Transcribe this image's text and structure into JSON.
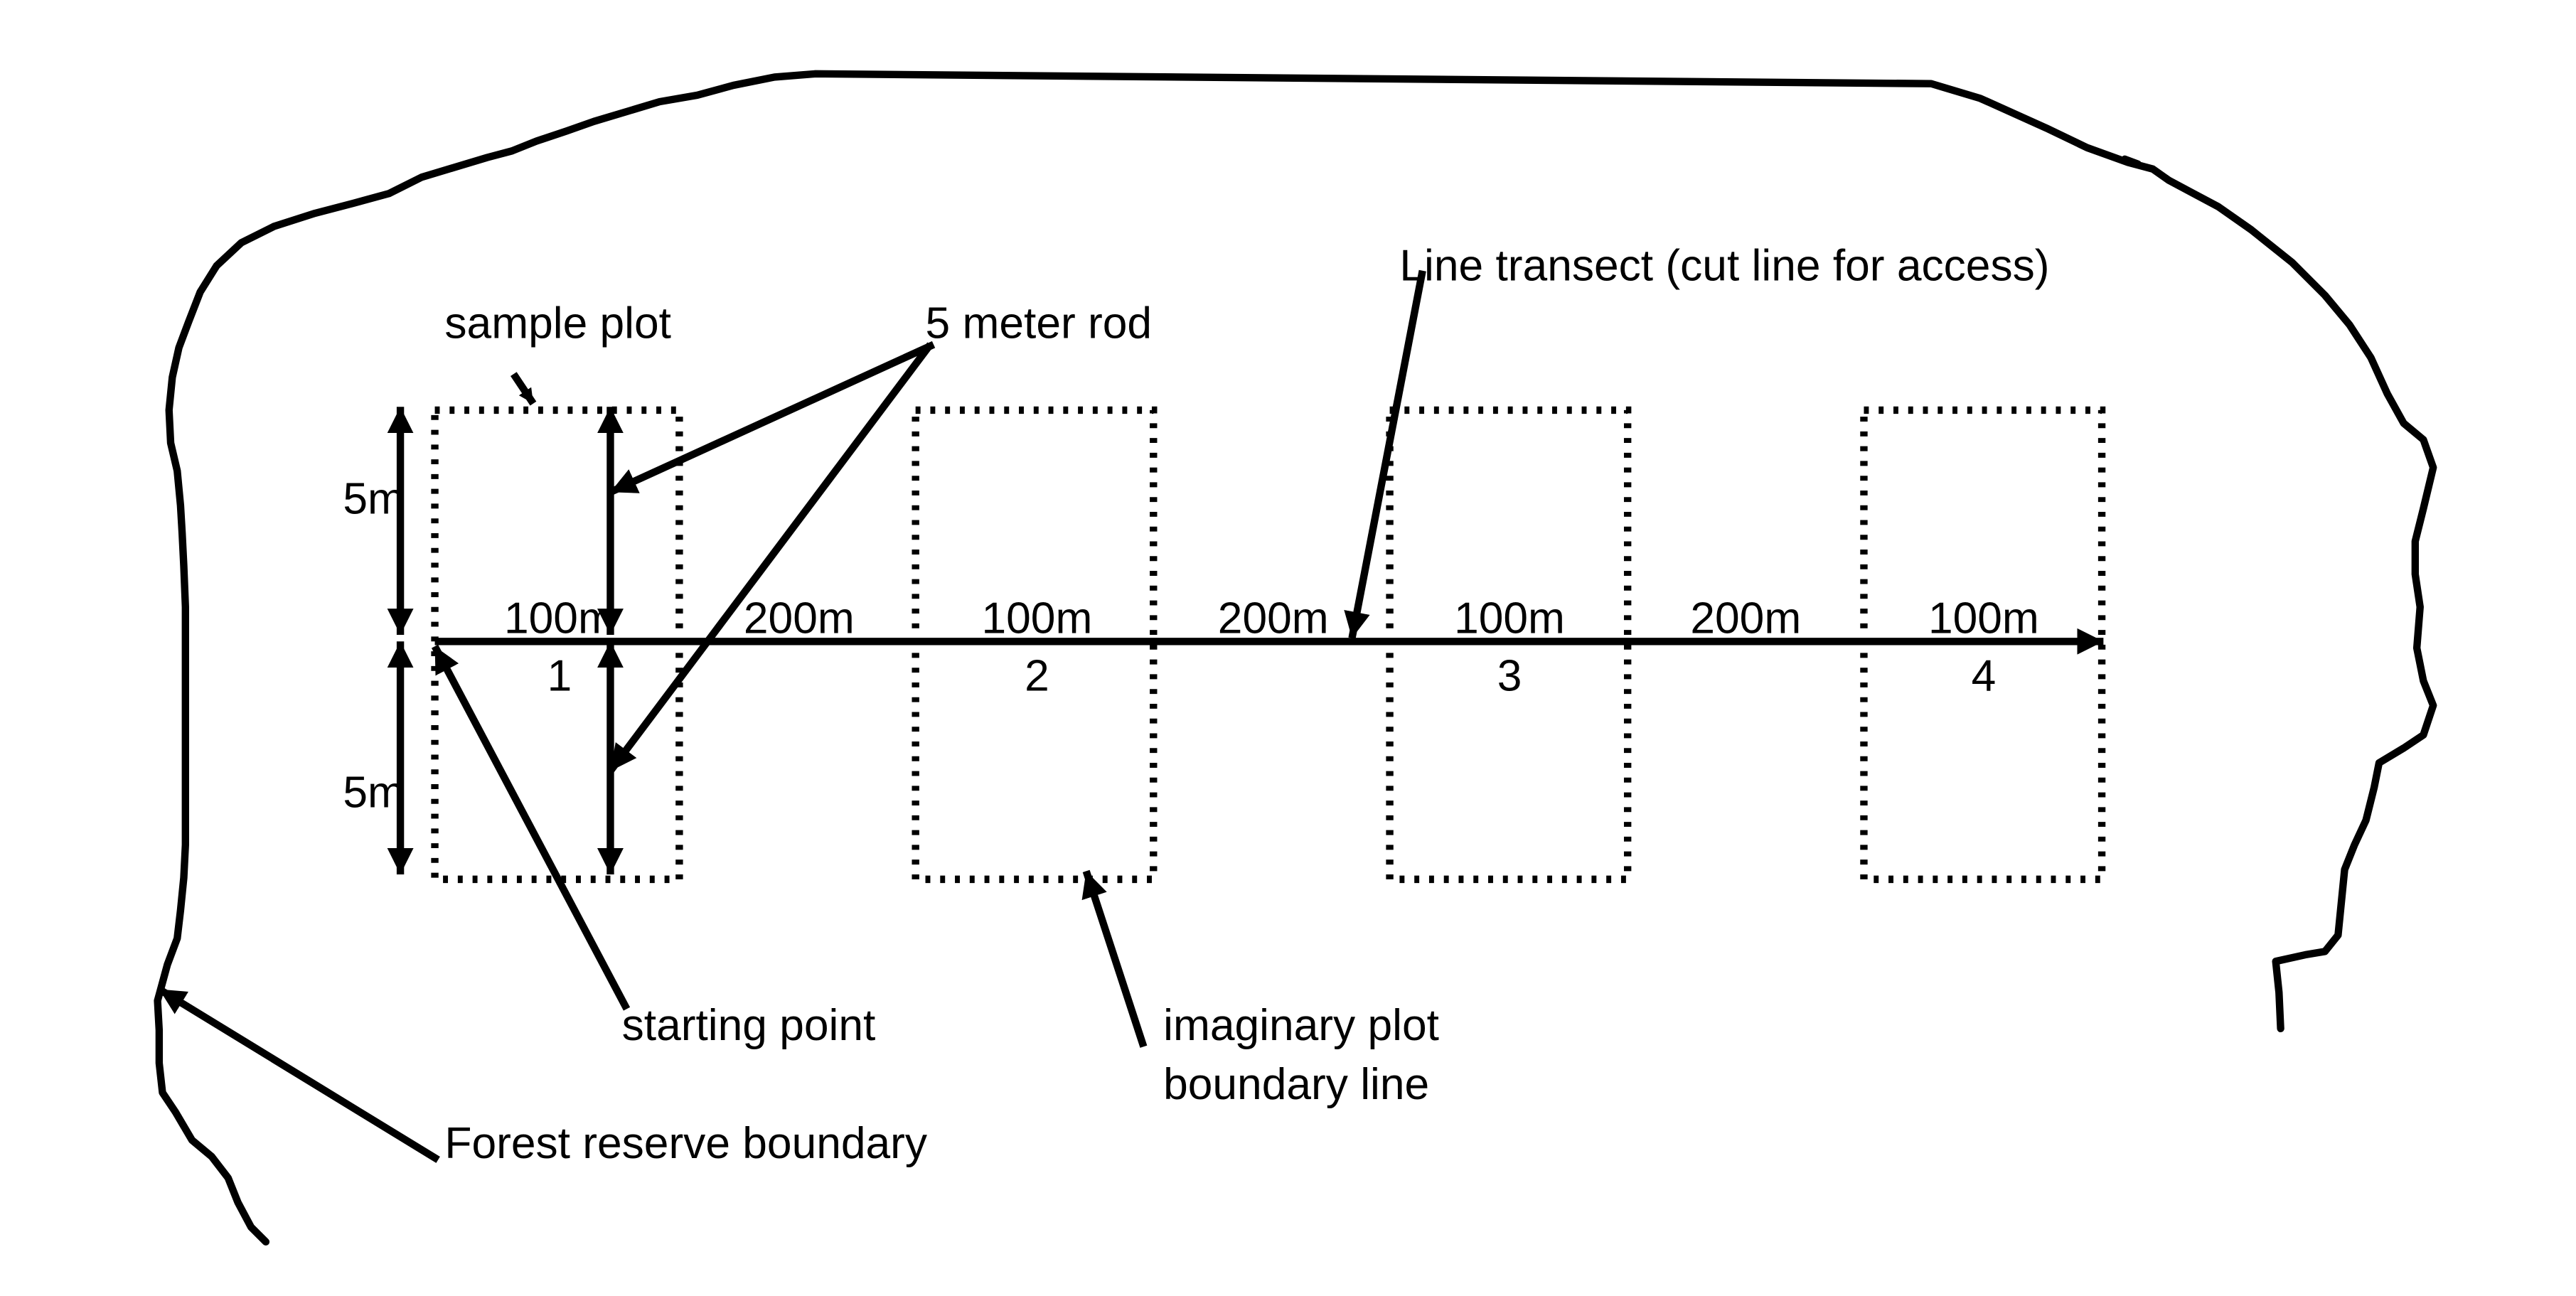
{
  "labels": {
    "sample_plot": "sample plot",
    "rod": "5 meter rod",
    "transect": "Line transect (cut line for access)",
    "starting_point": "starting point",
    "imaginary_line_1": "imaginary plot",
    "imaginary_line_2": "boundary line",
    "forest_boundary": "Forest reserve boundary",
    "half_width_top": "5m",
    "half_width_bottom": "5m"
  },
  "plots": [
    {
      "number": "1",
      "length": "100m"
    },
    {
      "number": "2",
      "length": "100m"
    },
    {
      "number": "3",
      "length": "100m"
    },
    {
      "number": "4",
      "length": "100m"
    }
  ],
  "gaps": [
    "200m",
    "200m",
    "200m"
  ]
}
